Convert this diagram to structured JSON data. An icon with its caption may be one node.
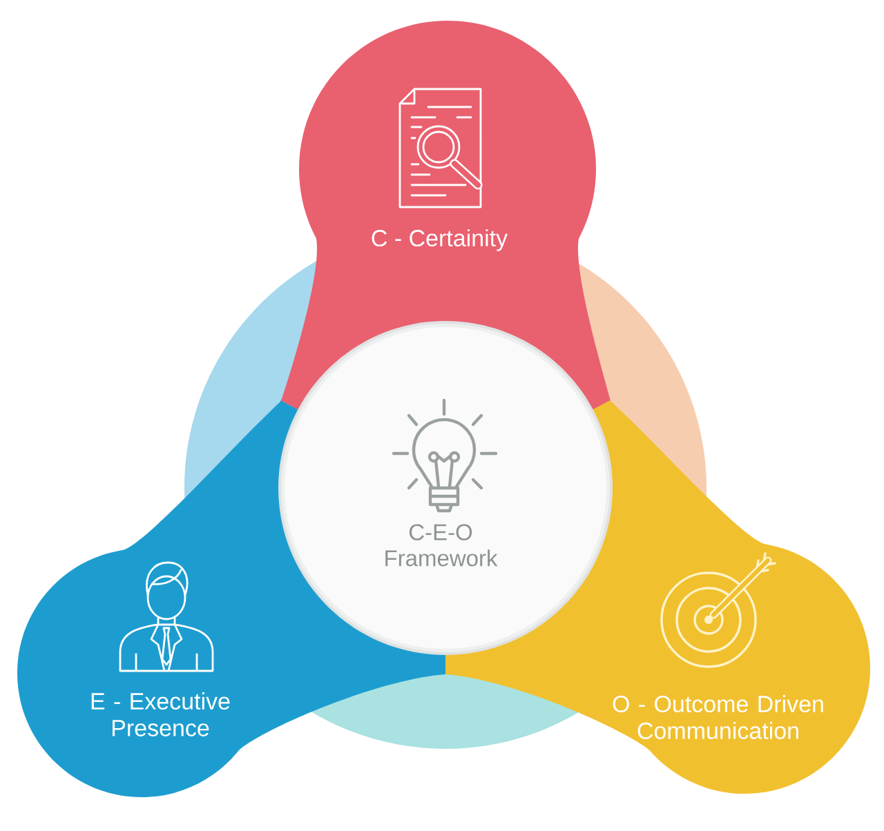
{
  "diagram": {
    "nodes": [
      {
        "text": [
          "C - Certainity"
        ]
      },
      {
        "text": [
          "C-E-O Framework"
        ]
      },
      {
        "text": [
          "E - Executive Presence"
        ]
      },
      {
        "text": [
          "O - Outcome Driven Communication"
        ]
      }
    ]
  }
}
